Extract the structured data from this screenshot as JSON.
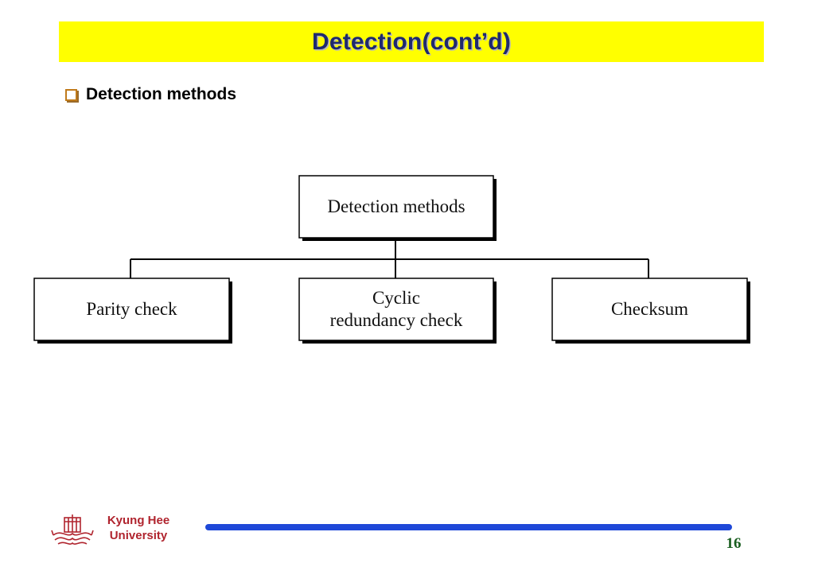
{
  "slide": {
    "title": "Detection(cont’d)",
    "bullet": "Detection methods",
    "page_number": "16"
  },
  "diagram": {
    "root": "Detection methods",
    "children": [
      "Parity check",
      "Cyclic\nredundancy check",
      "Checksum"
    ]
  },
  "footer": {
    "university_line1": "Kyung Hee",
    "university_line2": "University"
  },
  "colors": {
    "title_bar": "#ffff00",
    "title_text": "#1f2a6e",
    "bullet": "#c07a1a",
    "university": "#b0242e",
    "footer_line": "#1e48d8",
    "page_number": "#1a5e20"
  }
}
